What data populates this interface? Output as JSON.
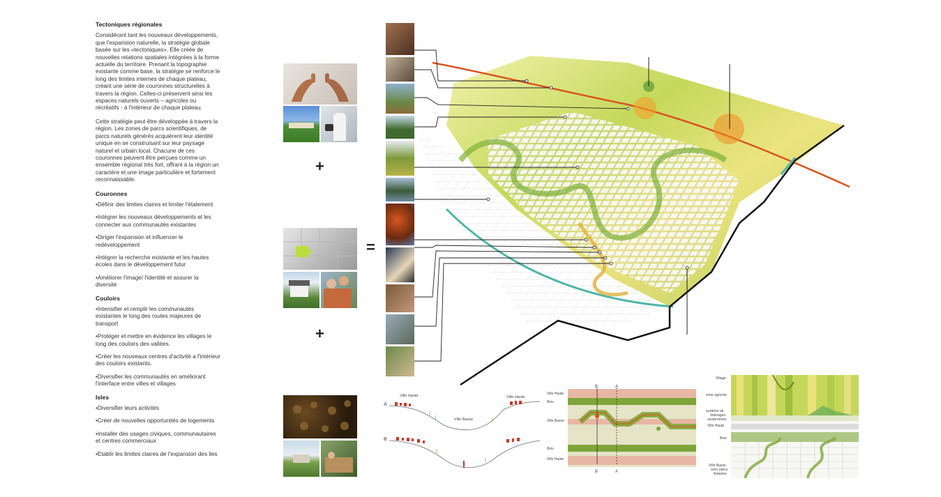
{
  "text": {
    "h1": "Tectoniques régionales",
    "p1": "Considérant tant les nouveaux développements, que l'expansion naturelle, la stratégie globale basée sur les «tectoniques». Elle créée de nouvelles relations spatiales intégrées à la forme actuelle du territoire. Prenant la topographie existante comme base, la stratégie se renforce le long des limites internes de chaque plateau, créant une série de couronnes structurelles à travers la région. Celles-ci préservent ainsi les espaces naturels ouverts – agricoles ou récréatifs - à l'intérieur de chaque plateau.",
    "p2": "Cette stratégie peut être développée à travers la région. Les zones de parcs scientifiques, de parcs naturels générés acquièrent leur identité unique en se construisant sur leur paysage naturel et urbain local. Chacune de ces couronnes peuvent être perçues comme un ensemble régional très fort, offrant à la région un caractère et une image particulière et fortement reconnaissable.",
    "h2": "Couronnes",
    "c1": "•Définir des limites claires et limiter l'étalement",
    "c2": "•Intégrer les nouveaux développements et les connecter aux communautés existantes",
    "c3": "•Diriger l'expansion et influencer le redéveloppement",
    "c4": "•Intégrer la recherche existante et les hautes écoles dans le développement futur",
    "c5": "•Améliorer l'image/ l'identité et assurer la diversité",
    "h3": "Couloirs",
    "k1": "•Intensifier et remplir les communautés existantes le long des routes majeures de transport",
    "k2": "•Protéger et mettre en évidence les villages le long des couloirs des vallées.",
    "k3": "•Créer les nouveaux centres d'activité a l'intérieur des couloirs existants.",
    "k4": "•Diversifier les communautés en améliorant l'interface entre villes et villages",
    "h4": "Isles",
    "i1": "•Diversifier leurs activités",
    "i2": "•Créer de nouvelles opportunités de logements",
    "i3": "•Installer des usages civiques, communautaires et centres commerciaux",
    "i4": "•Etablir les limites claires de l'expansion des iles"
  },
  "operators": {
    "plus": "+",
    "equals": "="
  },
  "section": {
    "a": "A",
    "b": "B",
    "ville_haute": "Ville Haute",
    "ville_basse": "Ville Basse"
  },
  "plan": {
    "b": "B",
    "a": "A",
    "ville_haute": "Ville Haute",
    "bois": "Bois",
    "ville_basse": "Ville Basse"
  },
  "detail": {
    "village": "Village",
    "zone_agricole": "zone agricole",
    "drainage": [
      "système de",
      "drainages",
      "souterraines"
    ],
    "ville_haute": "Ville Haute",
    "bois": "Bois",
    "ville_basse": [
      "Ville Basse",
      "avec parcs",
      "linéaires"
    ]
  },
  "colors": {
    "green": "#7fa63a",
    "orange": "#e07a2a",
    "salmon": "#e7b7a4",
    "yellow": "#e9e27a"
  }
}
